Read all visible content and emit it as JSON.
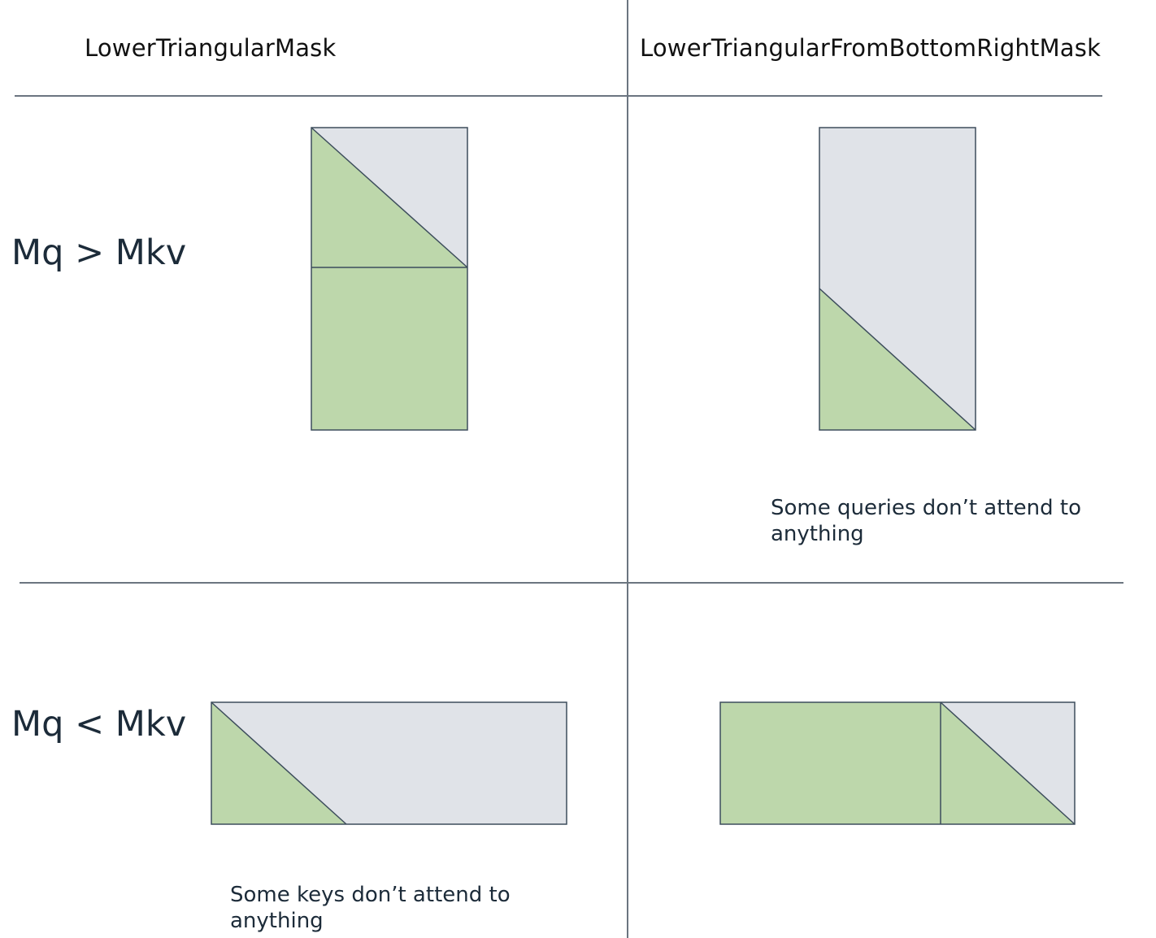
{
  "columns": {
    "left": "LowerTriangularMask",
    "right": "LowerTriangularFromBottomRightMask"
  },
  "rows": {
    "top": "Mq > Mkv",
    "bottom": "Mq < Mkv"
  },
  "notes": {
    "top_right_line1": "Some queries don’t attend to",
    "top_right_line2": "anything",
    "bottom_left_line1": "Some keys don’t attend to",
    "bottom_left_line2": "anything"
  },
  "colors": {
    "attended": "#bdd7ab",
    "masked": "#e0e3e8",
    "stroke": "#3d4d5c",
    "grid_line": "#6b7580"
  }
}
